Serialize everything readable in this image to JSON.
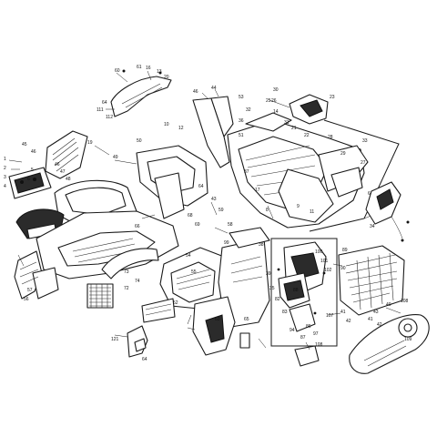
{
  "callouts": {
    "c1": "60",
    "c2": "61",
    "c3": "16",
    "c4": "13",
    "c5": "20",
    "c6": "111",
    "c7": "112",
    "c8": "64",
    "c9": "46",
    "c10": "44",
    "c11": "53",
    "c12": "1",
    "c13": "2",
    "c14": "3",
    "c15": "4",
    "c16": "45",
    "c17": "46",
    "c18": "19",
    "c19": "49",
    "c20": "50",
    "c21": "10",
    "c22": "12",
    "c23": "32",
    "c24": "36",
    "c25": "25",
    "c26": "14",
    "c27": "31",
    "c28": "23",
    "c29": "21",
    "c30": "28",
    "c31": "33",
    "c32": "27",
    "c33": "58",
    "c34": "43",
    "c35": "59",
    "c36": "8",
    "c37": "17",
    "c38": "37",
    "c39": "99",
    "c40": "73",
    "c41": "72",
    "c42": "74",
    "c43": "100",
    "c44": "101",
    "c45": "102",
    "c46": "82",
    "c47": "83",
    "c48": "87",
    "c49": "97",
    "c50": "89",
    "c51": "90",
    "c52": "41",
    "c53": "42",
    "c54": "41",
    "c55": "42",
    "c56": "40",
    "c57": "43",
    "c58": "108",
    "c59": "107",
    "c60": "65",
    "c61": "121",
    "c62": "64",
    "c63": "108",
    "c64": "109",
    "c65": "26",
    "c66": "30",
    "c67": "64",
    "c68": "66",
    "c69": "56",
    "c70": "57",
    "c71": "5",
    "c72": "6",
    "c73": "55",
    "c74": "52",
    "c75": "38",
    "c76": "39",
    "c77": "35",
    "c78": "34",
    "c79": "46",
    "c80": "47",
    "c81": "48",
    "c82": "9",
    "c83": "11",
    "c84": "68",
    "c85": "69",
    "c86": "6",
    "c87": "63",
    "c88": "94",
    "c89": "86",
    "c90": "88",
    "c91": "51",
    "c92": "22",
    "c93": "29",
    "c94": "54"
  }
}
